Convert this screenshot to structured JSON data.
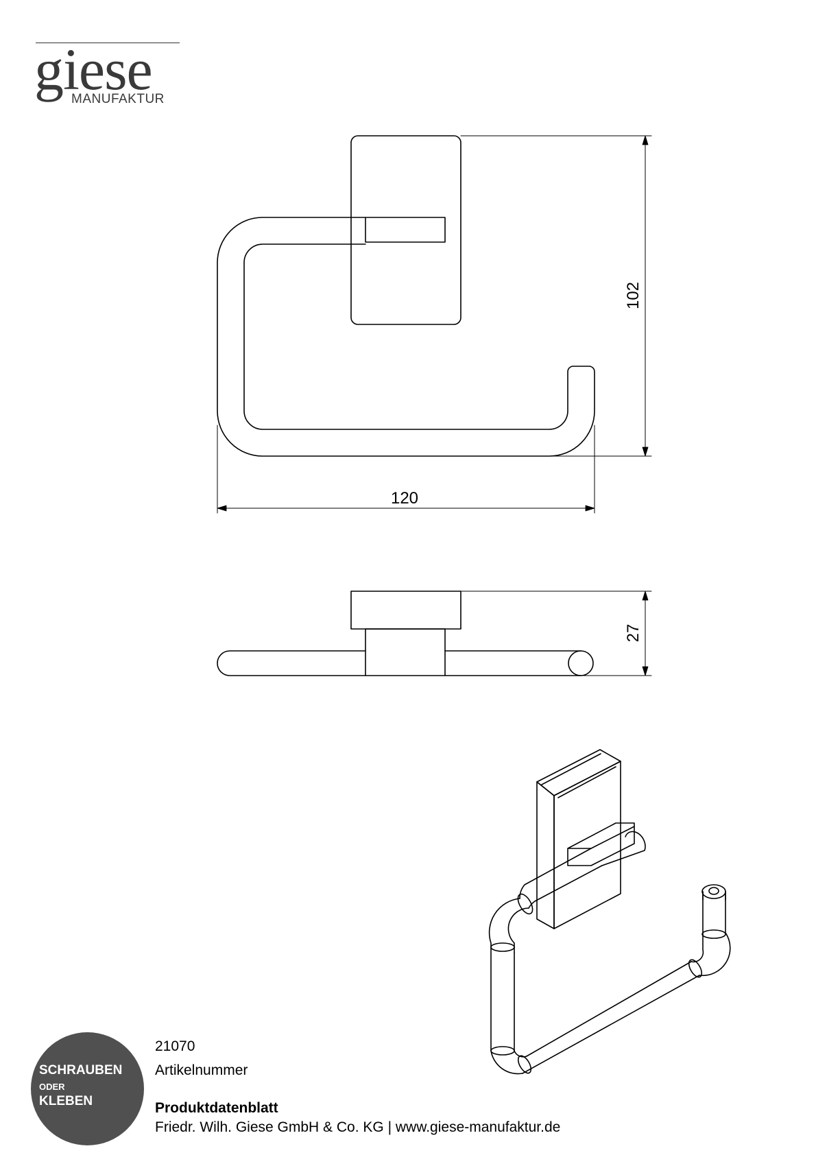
{
  "logo": {
    "word": "giese",
    "sub": "MANUFAKTUR"
  },
  "dimensions": {
    "width": "120",
    "height": "102",
    "depth": "27"
  },
  "badge": {
    "line1": "SCHRAUBEN",
    "line2": "ODER",
    "line3": "KLEBEN"
  },
  "article_number": "21070",
  "article_label": "Artikelnummer",
  "sheet_title": "Produktdatenblatt",
  "company_line": "Friedr. Wilh. Giese GmbH & Co. KG | www.giese-manufaktur.de"
}
